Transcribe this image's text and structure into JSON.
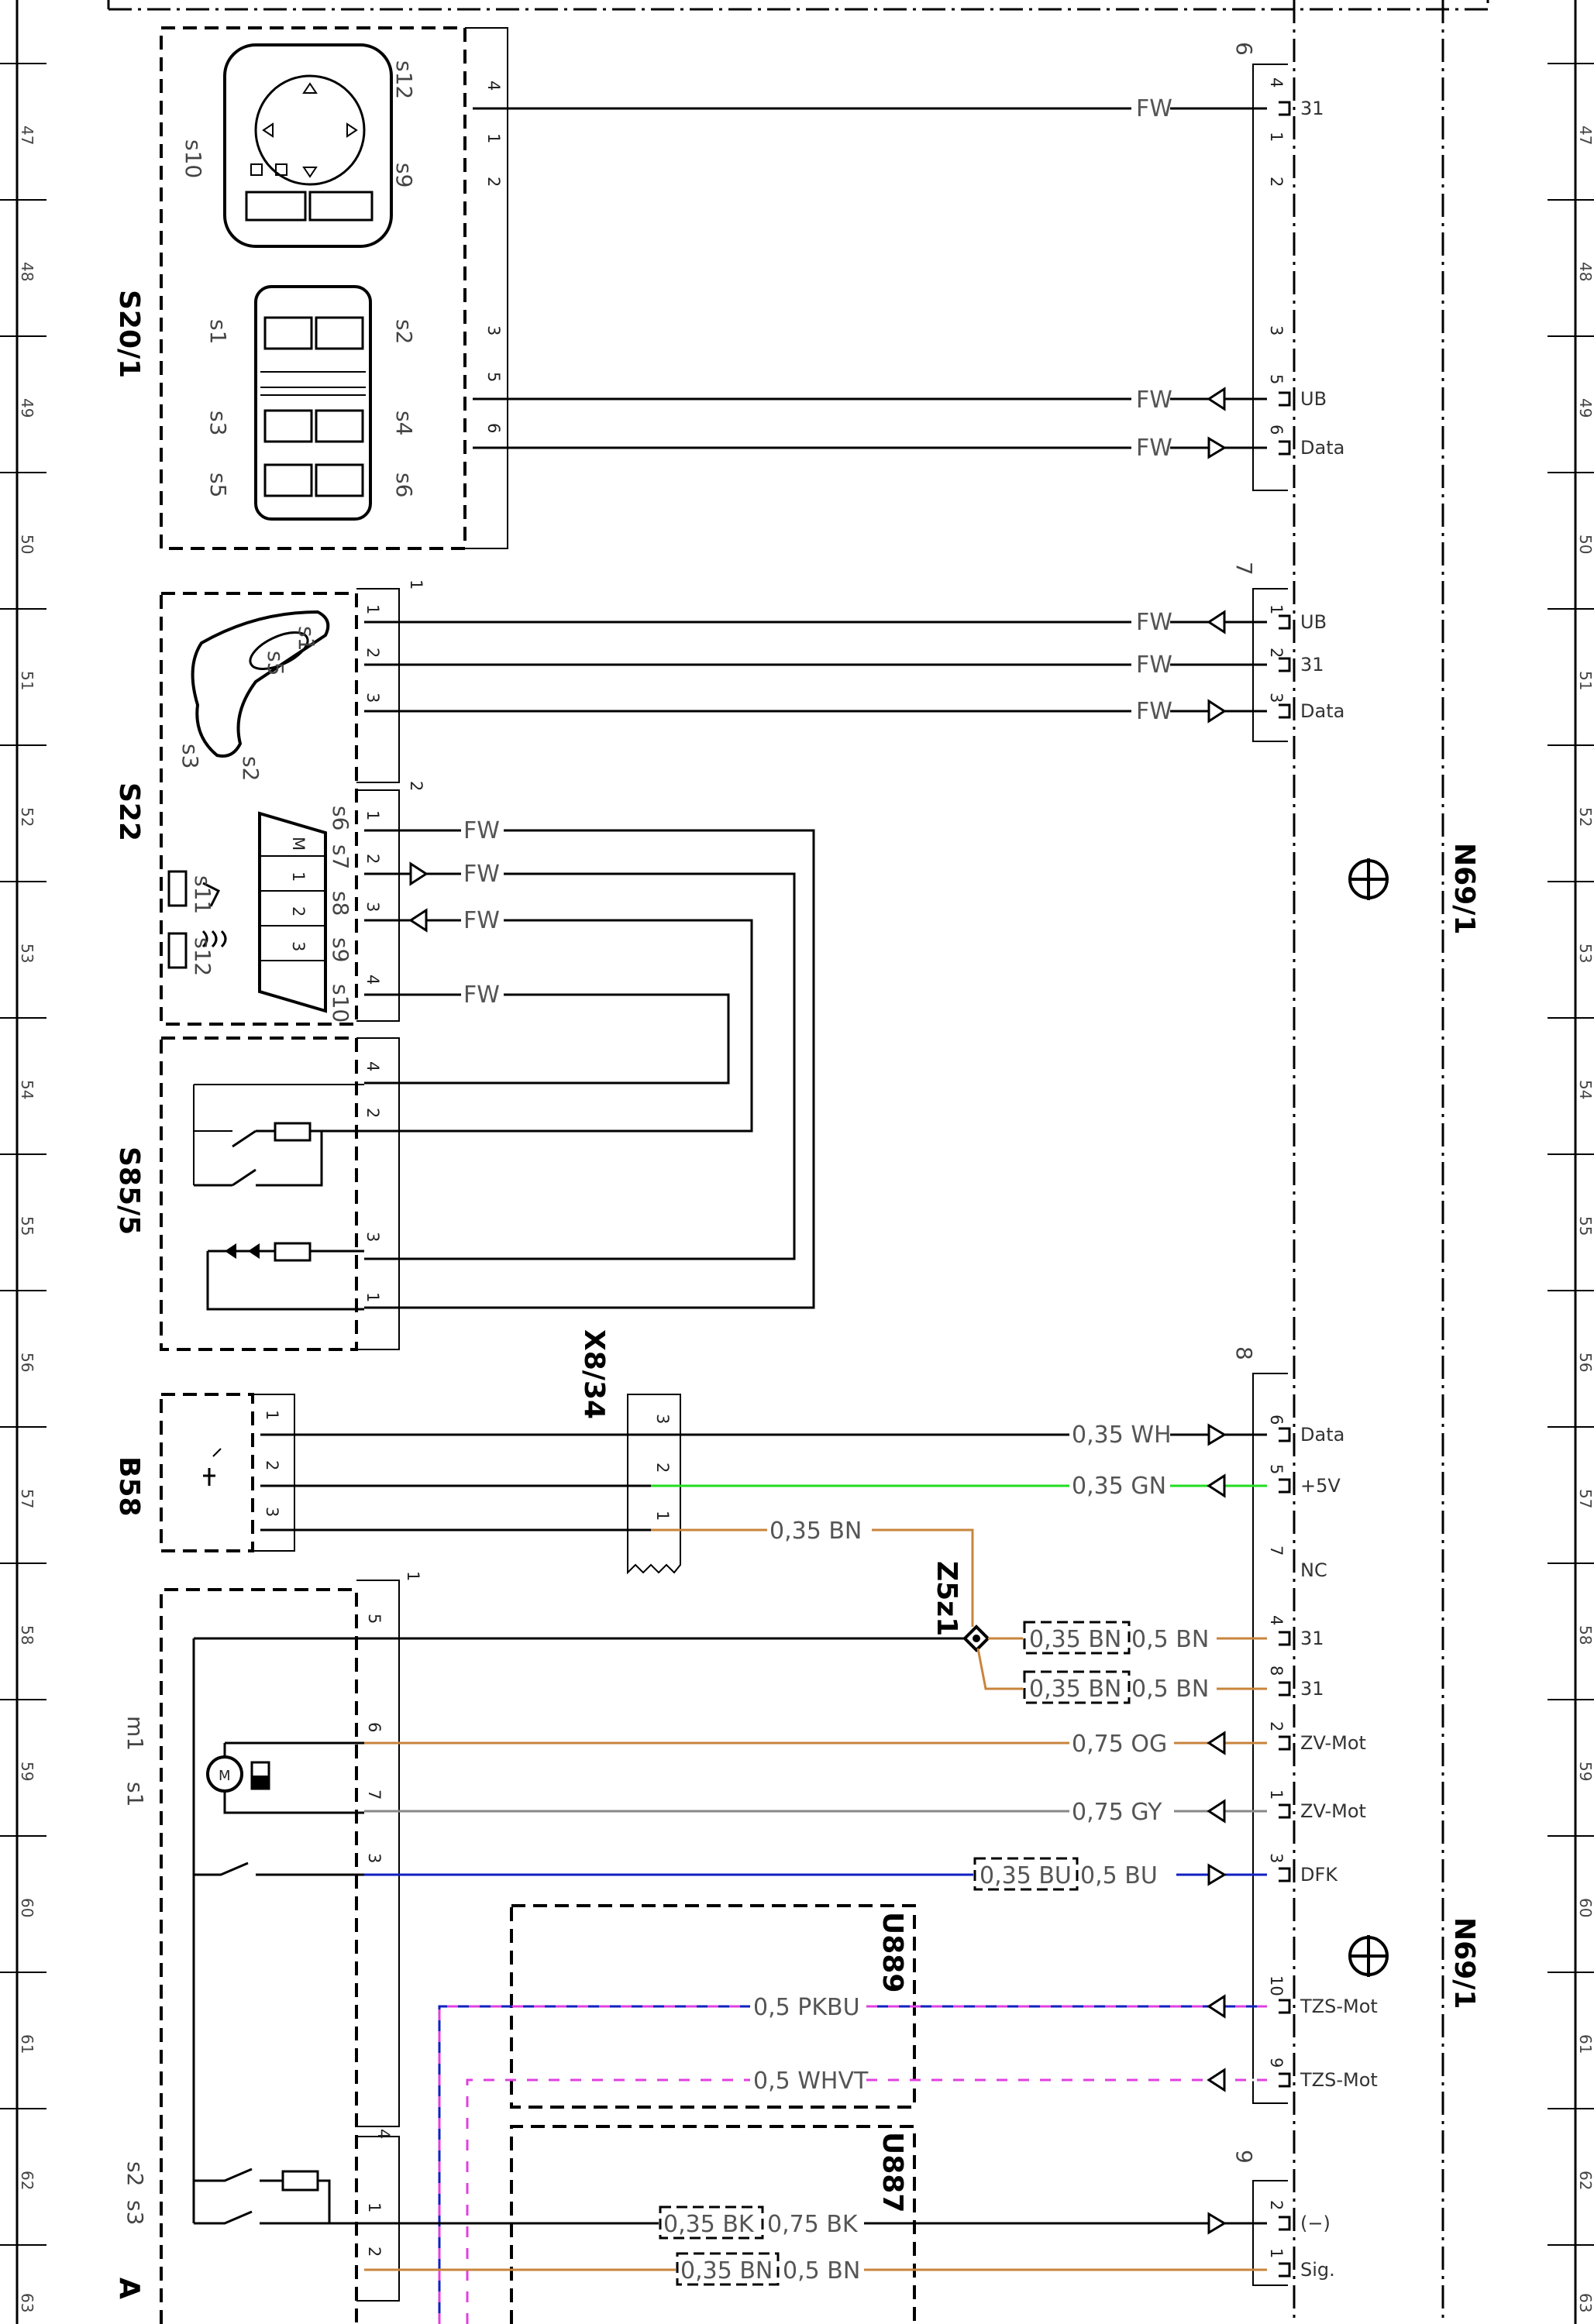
{
  "ruler": [
    "47",
    "48",
    "49",
    "50",
    "51",
    "52",
    "53",
    "54",
    "55",
    "56",
    "57",
    "58",
    "59",
    "60",
    "61",
    "62",
    "63"
  ],
  "components": {
    "s20_1": {
      "label": "S20/1",
      "switches": [
        "s12",
        "s10",
        "s9",
        "s1",
        "s2",
        "s3",
        "s4",
        "s5",
        "s6"
      ],
      "pins": [
        "4",
        "1",
        "2",
        "3",
        "5",
        "6"
      ]
    },
    "s22": {
      "label": "S22",
      "switches": [
        "s1",
        "s5",
        "s3",
        "s2",
        "s6",
        "s7",
        "s8",
        "s9",
        "s10",
        "s11",
        "s12"
      ],
      "keypad": [
        "M",
        "1",
        "2",
        "3"
      ],
      "groups": [
        "1",
        "2"
      ],
      "pins": [
        "1",
        "2",
        "3",
        "1",
        "2",
        "3",
        "4"
      ]
    },
    "s85_5": {
      "label": "S85/5",
      "pins": [
        "4",
        "2",
        "3",
        "1"
      ]
    },
    "b58": {
      "label": "B58",
      "pins": [
        "1",
        "2",
        "3"
      ]
    },
    "x8_34": {
      "label": "X8/34",
      "pins": [
        "3",
        "2",
        "1"
      ]
    },
    "z5z1": {
      "label": "Z5z1"
    },
    "a_lower": {
      "label": "A",
      "group": "1",
      "group2": "4",
      "switches": [
        "m1",
        "s1",
        "s2",
        "s3"
      ],
      "pins": [
        "5",
        "6",
        "7",
        "3",
        "1",
        "2"
      ]
    },
    "u889": {
      "label": "U889"
    },
    "u887": {
      "label": "U887"
    },
    "n69_1": {
      "label": "N69/1"
    }
  },
  "connectors": {
    "c6": {
      "id": "6",
      "pins": [
        "4",
        "1",
        "2",
        "3",
        "5",
        "6"
      ]
    },
    "c7": {
      "id": "7",
      "pins": [
        "1",
        "2",
        "3"
      ]
    },
    "c8": {
      "id": "8",
      "pins": [
        "6",
        "5",
        "7",
        "4",
        "8",
        "2",
        "1",
        "3",
        "10",
        "9"
      ]
    },
    "c9": {
      "id": "9",
      "pins": [
        "2",
        "1"
      ]
    }
  },
  "pin_labels": [
    "31",
    "UB",
    "Data",
    "UB",
    "31",
    "Data",
    "Data",
    "+5V",
    "NC",
    "31",
    "31",
    "ZV-Mot",
    "ZV-Mot",
    "DFK",
    "TZS-Mot",
    "TZS-Mot",
    "(−)",
    "Sig."
  ],
  "wire_labels": {
    "fw": "FW",
    "wh": "0,35 WH",
    "gn": "0,35 GN",
    "bn": "0,35 BN",
    "bn05": "0,5 BN",
    "bn035": "0,35 BN",
    "og": "0,75 OG",
    "gy": "0,75 GY",
    "bu035": "0,35 BU",
    "bu05": "0,5 BU",
    "pkbu": "0,5 PKBU",
    "whvt": "0,5 WHVT",
    "bk035": "0,35 BK",
    "bk075": "0,75 BK"
  },
  "colors": {
    "bn": "#c8843c",
    "gn": "#22dd22",
    "og": "#c8843c",
    "gy": "#888888",
    "bu": "#1020c0",
    "pk": "#e040e0",
    "black": "#000000"
  }
}
